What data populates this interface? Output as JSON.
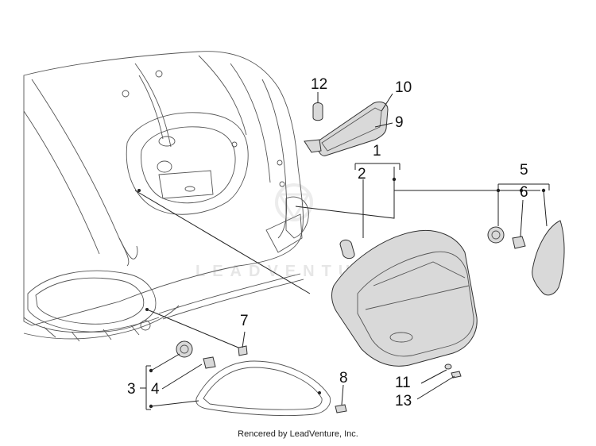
{
  "watermark": "LEADVENTURE",
  "footer": "Rencered by LeadVenture, Inc.",
  "callouts": {
    "c1": "1",
    "c2": "2",
    "c3": "3",
    "c4": "4",
    "c5": "5",
    "c6": "6",
    "c7": "7",
    "c8": "8",
    "c9": "9",
    "c10": "10",
    "c11": "11",
    "c12": "12",
    "c13": "13"
  }
}
